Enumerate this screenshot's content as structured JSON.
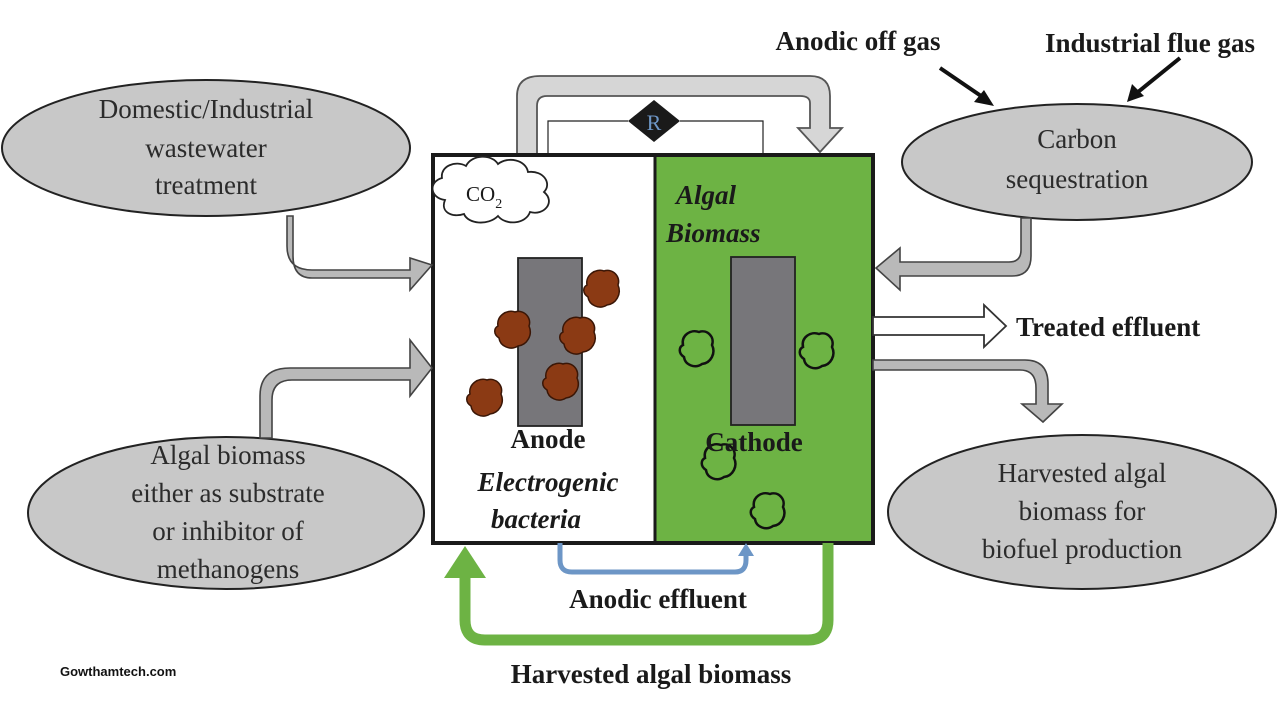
{
  "ellipses": {
    "wastewater": [
      "Domestic/Industrial",
      "wastewater",
      "treatment"
    ],
    "substrate": [
      "Algal biomass",
      "either as substrate",
      "or inhibitor of",
      "methanogens"
    ],
    "carbon": [
      "Carbon",
      "sequestration"
    ],
    "harvested": [
      "Harvested algal",
      "biomass for",
      "biofuel production"
    ]
  },
  "labels": {
    "anodic_off_gas": "Anodic off gas",
    "industrial_flue_gas": "Industrial flue gas",
    "treated_effluent": "Treated effluent",
    "anodic_effluent": "Anodic effluent",
    "harvested_algal_biomass": "Harvested algal biomass",
    "anode": "Anode",
    "cathode": "Cathode",
    "electrogenic": "Electrogenic",
    "bacteria": "bacteria",
    "algal": "Algal",
    "biomass": "Biomass",
    "resistor": "R",
    "co2": "CO",
    "co2_sub": "2"
  },
  "watermark": "Gowthamtech.com",
  "colors": {
    "ellipse_fill": "#c8c8c8",
    "cathode_chamber": "#6db344",
    "electrode": "#77767a",
    "bacteria": "#8b3a14",
    "green_arrow": "#6db344",
    "blue_arrow": "#6d96c6",
    "grey_arrow": "#b9b9b9"
  }
}
